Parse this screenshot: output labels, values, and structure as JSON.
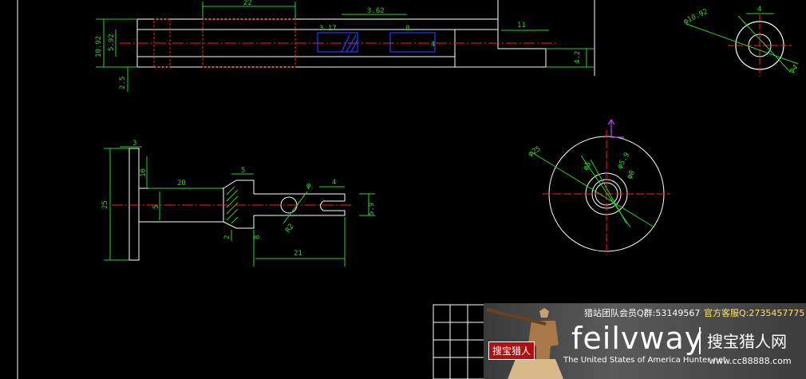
{
  "dimensions": {
    "top_22": "22",
    "top_362": "3.62",
    "top_1092": "10.92",
    "top_592": "5.92",
    "top_25": "2.5",
    "top_317": "3.17",
    "top_8": "8",
    "top_4": "4",
    "top_11": "11",
    "top_42": "4.2",
    "circ_1092": "φ10.92",
    "circ_4a": "4",
    "circ_4b": "φ4",
    "mid_3": "3",
    "mid_10": "10",
    "mid_25": "25",
    "mid_20": "20",
    "mid_5a": "5",
    "mid_5b": "5",
    "mid_2": "2",
    "mid_8": "8",
    "mid_phi": "φ",
    "mid_4": "4",
    "mid_59": "5.9",
    "mid_r2": "R2",
    "mid_21": "21",
    "wheel_25": "φ25",
    "wheel_5": "φ5",
    "wheel_59": "φ5.9",
    "wheel_8": "φ8"
  },
  "watermark": {
    "qq_group": "猎站团队会员Q群:53149567",
    "service": "官方客服Q:2735457775",
    "brand": "feilvway",
    "cn_name": "搜宝猎人网",
    "sub_en": "The United States of America Hunter net",
    "url": "www.cc88888.com",
    "badge": "搜宝猎人"
  },
  "colors": {
    "background": "#000000",
    "outline": "#ffffff",
    "dimension": "#2fd12f",
    "centerline": "#ff2020",
    "hidden": "#ff2020",
    "section": "#2040ff"
  }
}
